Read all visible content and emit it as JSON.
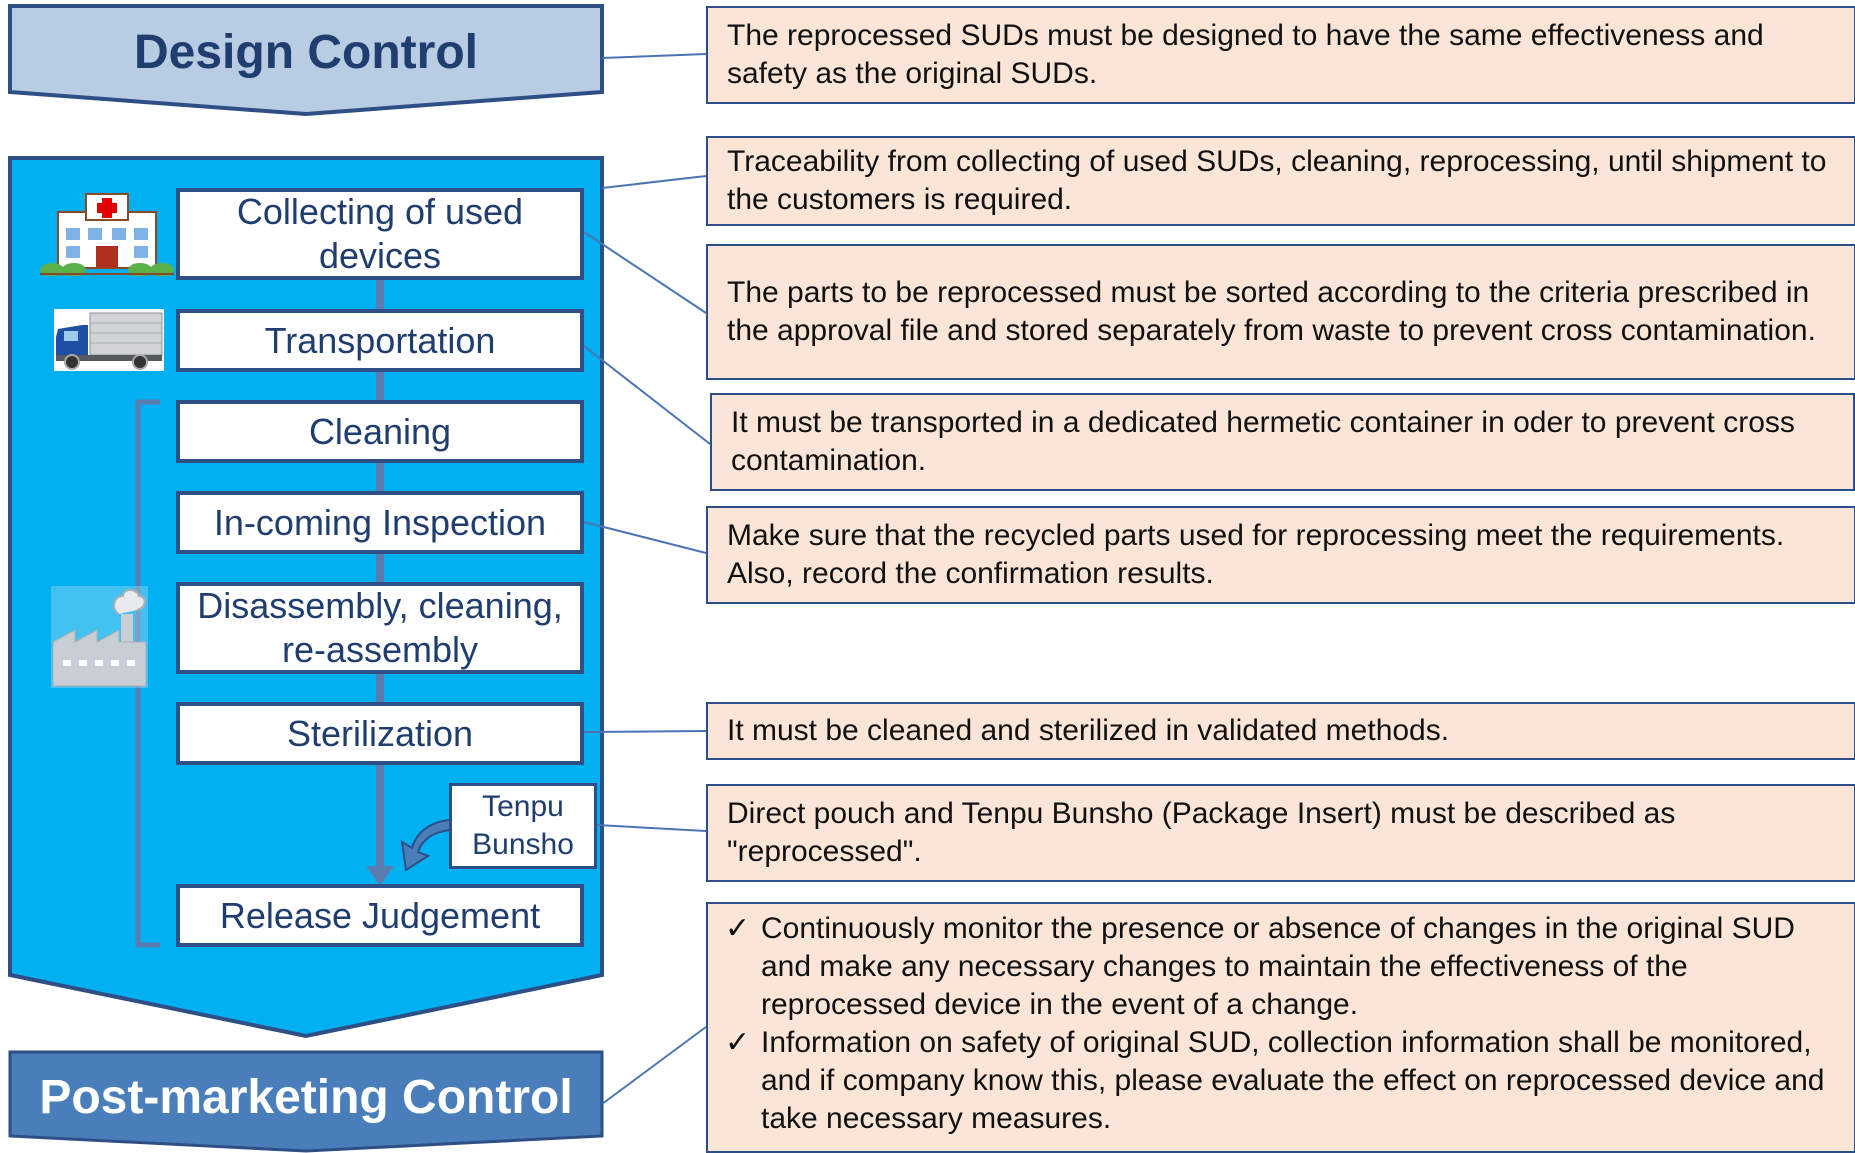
{
  "colors": {
    "design_header_fill": "#b8cce4",
    "process_fill": "#00b0f0",
    "post_header_fill": "#4a7ebb",
    "border": "#2e4e86",
    "note_fill": "#fbe5d6",
    "title_text": "#1f3d6e"
  },
  "design_control": {
    "label": "Design Control"
  },
  "post_marketing": {
    "label": "Post-marketing Control"
  },
  "steps": [
    {
      "label": "Collecting of used devices",
      "icon": "hospital-icon"
    },
    {
      "label": "Transportation",
      "icon": "truck-icon"
    },
    {
      "label": "Cleaning"
    },
    {
      "label": "In-coming Inspection"
    },
    {
      "label": "Disassembly, cleaning, re-assembly",
      "icon": "factory-icon"
    },
    {
      "label": "Sterilization"
    },
    {
      "label": "Release Judgement"
    }
  ],
  "tenpu": {
    "label": "Tenpu Bunsho",
    "icon": "curved-arrow-icon"
  },
  "notes": {
    "design": "The reprocessed SUDs must be designed to have the same effectiveness and safety as the original SUDs.",
    "traceability": "Traceability from collecting of used SUDs, cleaning, reprocessing, until shipment to the customers is required.",
    "sorting": "The parts to be reprocessed must be sorted according to the criteria prescribed in the approval file and stored separately from waste to prevent cross contamination.",
    "transport": "It must be transported in a dedicated hermetic container in oder to prevent cross contamination.",
    "inspection": "Make sure that the recycled parts used for reprocessing meet the requirements. Also, record the confirmation results.",
    "sterilization": "It must be cleaned and sterilized in validated methods.",
    "labeling": "Direct pouch and Tenpu Bunsho (Package Insert) must be described as \"reprocessed\".",
    "post_marketing": [
      "Continuously monitor the presence or absence of changes in the original SUD and make any necessary changes to maintain the effectiveness of the reprocessed device in the event of a change.",
      "Information on safety of original SUD, collection information shall be monitored, and if company know this, please evaluate the effect on reprocessed device and take necessary measures."
    ],
    "bullet_mark": "✓"
  }
}
